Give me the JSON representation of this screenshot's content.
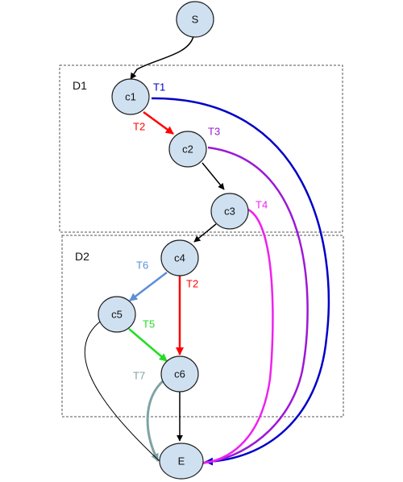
{
  "regions": [
    {
      "id": "D1",
      "label": "D1"
    },
    {
      "id": "D2",
      "label": "D2"
    }
  ],
  "nodes": [
    {
      "id": "S",
      "label": "S"
    },
    {
      "id": "c1",
      "label": "c1"
    },
    {
      "id": "c2",
      "label": "c2"
    },
    {
      "id": "c3",
      "label": "c3"
    },
    {
      "id": "c4",
      "label": "c4"
    },
    {
      "id": "c5",
      "label": "c5"
    },
    {
      "id": "c6",
      "label": "c6"
    },
    {
      "id": "E",
      "label": "E"
    }
  ],
  "edges": [
    {
      "id": "S-c1",
      "from": "S",
      "to": "c1",
      "label": "",
      "color": "#000000"
    },
    {
      "id": "c1-c2",
      "from": "c1",
      "to": "c2",
      "label": "T2",
      "color": "#ff0000"
    },
    {
      "id": "c2-c3",
      "from": "c2",
      "to": "c3",
      "label": "",
      "color": "#000000"
    },
    {
      "id": "c3-c4",
      "from": "c3",
      "to": "c4",
      "label": "",
      "color": "#000000"
    },
    {
      "id": "c4-c5",
      "from": "c4",
      "to": "c5",
      "label": "T6",
      "color": "#5b8fd8"
    },
    {
      "id": "c4-c6",
      "from": "c4",
      "to": "c6",
      "label": "T2",
      "color": "#ff0000"
    },
    {
      "id": "c5-c6",
      "from": "c5",
      "to": "c6",
      "label": "T5",
      "color": "#22dd22"
    },
    {
      "id": "c6-E",
      "from": "c6",
      "to": "E",
      "label": "",
      "color": "#000000"
    },
    {
      "id": "c6-E-T7",
      "from": "c6",
      "to": "E",
      "label": "T7",
      "color": "#7fa3a3"
    },
    {
      "id": "c5-E",
      "from": "c5",
      "to": "E",
      "label": "",
      "color": "#000000"
    },
    {
      "id": "c1-E",
      "from": "c1",
      "to": "E",
      "label": "T1",
      "color": "#0000c8"
    },
    {
      "id": "c2-E",
      "from": "c2",
      "to": "E",
      "label": "T3",
      "color": "#9b19d6"
    },
    {
      "id": "c3-E",
      "from": "c3",
      "to": "E",
      "label": "T4",
      "color": "#ee22ee"
    }
  ]
}
